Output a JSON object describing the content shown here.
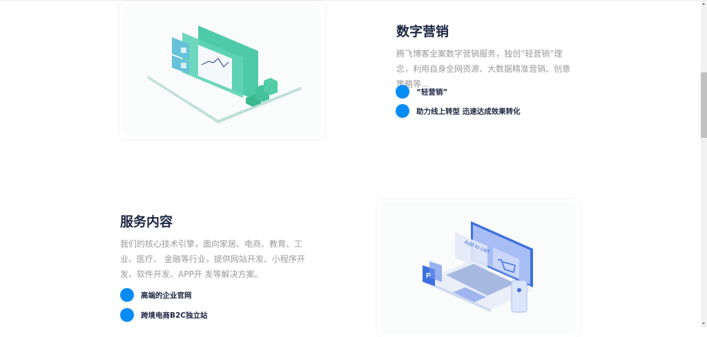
{
  "sections": [
    {
      "title": "数字营销",
      "description": "腾飞博客全案数字营销服务，独创“轻营销”理念，利用自身全网资源、大数据精准营销、创意策略等...",
      "items": [
        "“轻营销”",
        "助力线上转型 迅速达成效果转化"
      ],
      "illustration": "isometric-dashboard-chart"
    },
    {
      "title": "服务内容",
      "description": "我们的核心技术引擎，面向家居、电商、教育、工业、医疗、 金融等行业，提供网站开发、小程序开发、软件开发、APP开 发等解决方案。",
      "items": [
        "高端的企业官网",
        "跨境电商B2C独立站"
      ],
      "illustration": "laptop-add-to-cart",
      "illustration_text": "Add to cart"
    }
  ],
  "colors": {
    "accent": "#0a8cf7",
    "title": "#1c2541",
    "text": "#9a9a9a",
    "teal": "#3fc6a5",
    "blue": "#3d6fe0"
  }
}
